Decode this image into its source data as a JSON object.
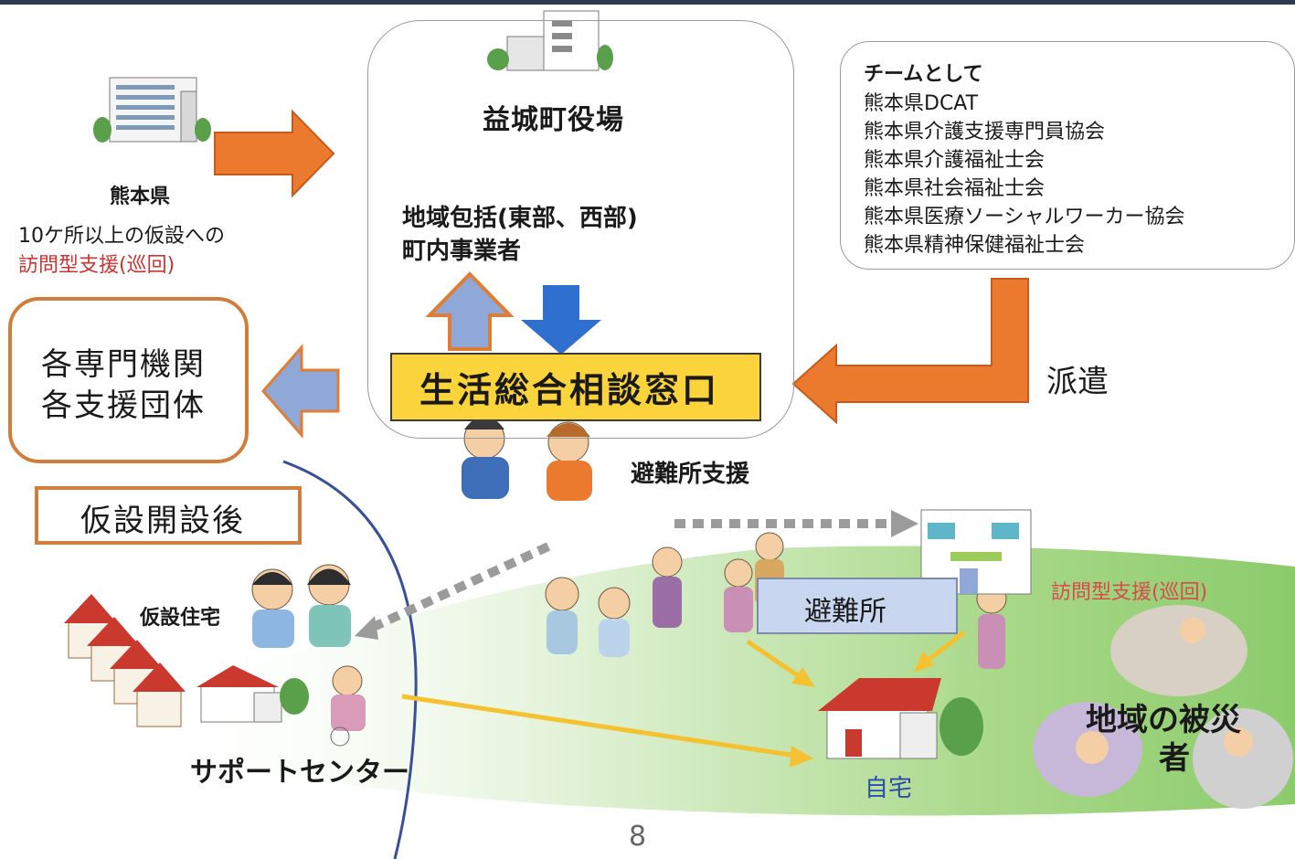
{
  "town_hall": {
    "label": "益城町役場",
    "local_line1": "地域包括(東部、西部)",
    "local_line2": "町内事業者"
  },
  "window": {
    "label": "生活総合相談窓口"
  },
  "team": {
    "title": "チームとして",
    "members": [
      "熊本県DCAT",
      "熊本県介護支援専門員協会",
      "熊本県介護福祉士会",
      "熊本県社会福祉士会",
      "熊本県医療ソーシャルワーカー協会",
      "熊本県精神保健福祉士会"
    ]
  },
  "dispatch": "派遣",
  "prefecture": {
    "name": "熊本県",
    "desc1": "10ケ所以上の仮設への",
    "desc2": "訪問型支援(巡回)"
  },
  "orgs": {
    "line1": "各専門機関",
    "line2": "各支援団体"
  },
  "after_label": "仮設開設後",
  "shelter_support": "避難所支援",
  "temp_housing": "仮設住宅",
  "support_center": "サポートセンター",
  "shelter": "避難所",
  "visit_right": "訪問型支援(巡回)",
  "home": "自宅",
  "disaster": {
    "line1": "地域の被災",
    "line2": "者"
  },
  "page_number": "8",
  "colors": {
    "orange_arrow": "#ec7a2e",
    "blue_arrow": "#2f6fcf",
    "light_blue_arrow": "#8fa8d8",
    "window_fill": "#fbd33a",
    "box_border": "#d17d3b",
    "curve": "#3a4f9a",
    "ground": "#9cd27a"
  }
}
